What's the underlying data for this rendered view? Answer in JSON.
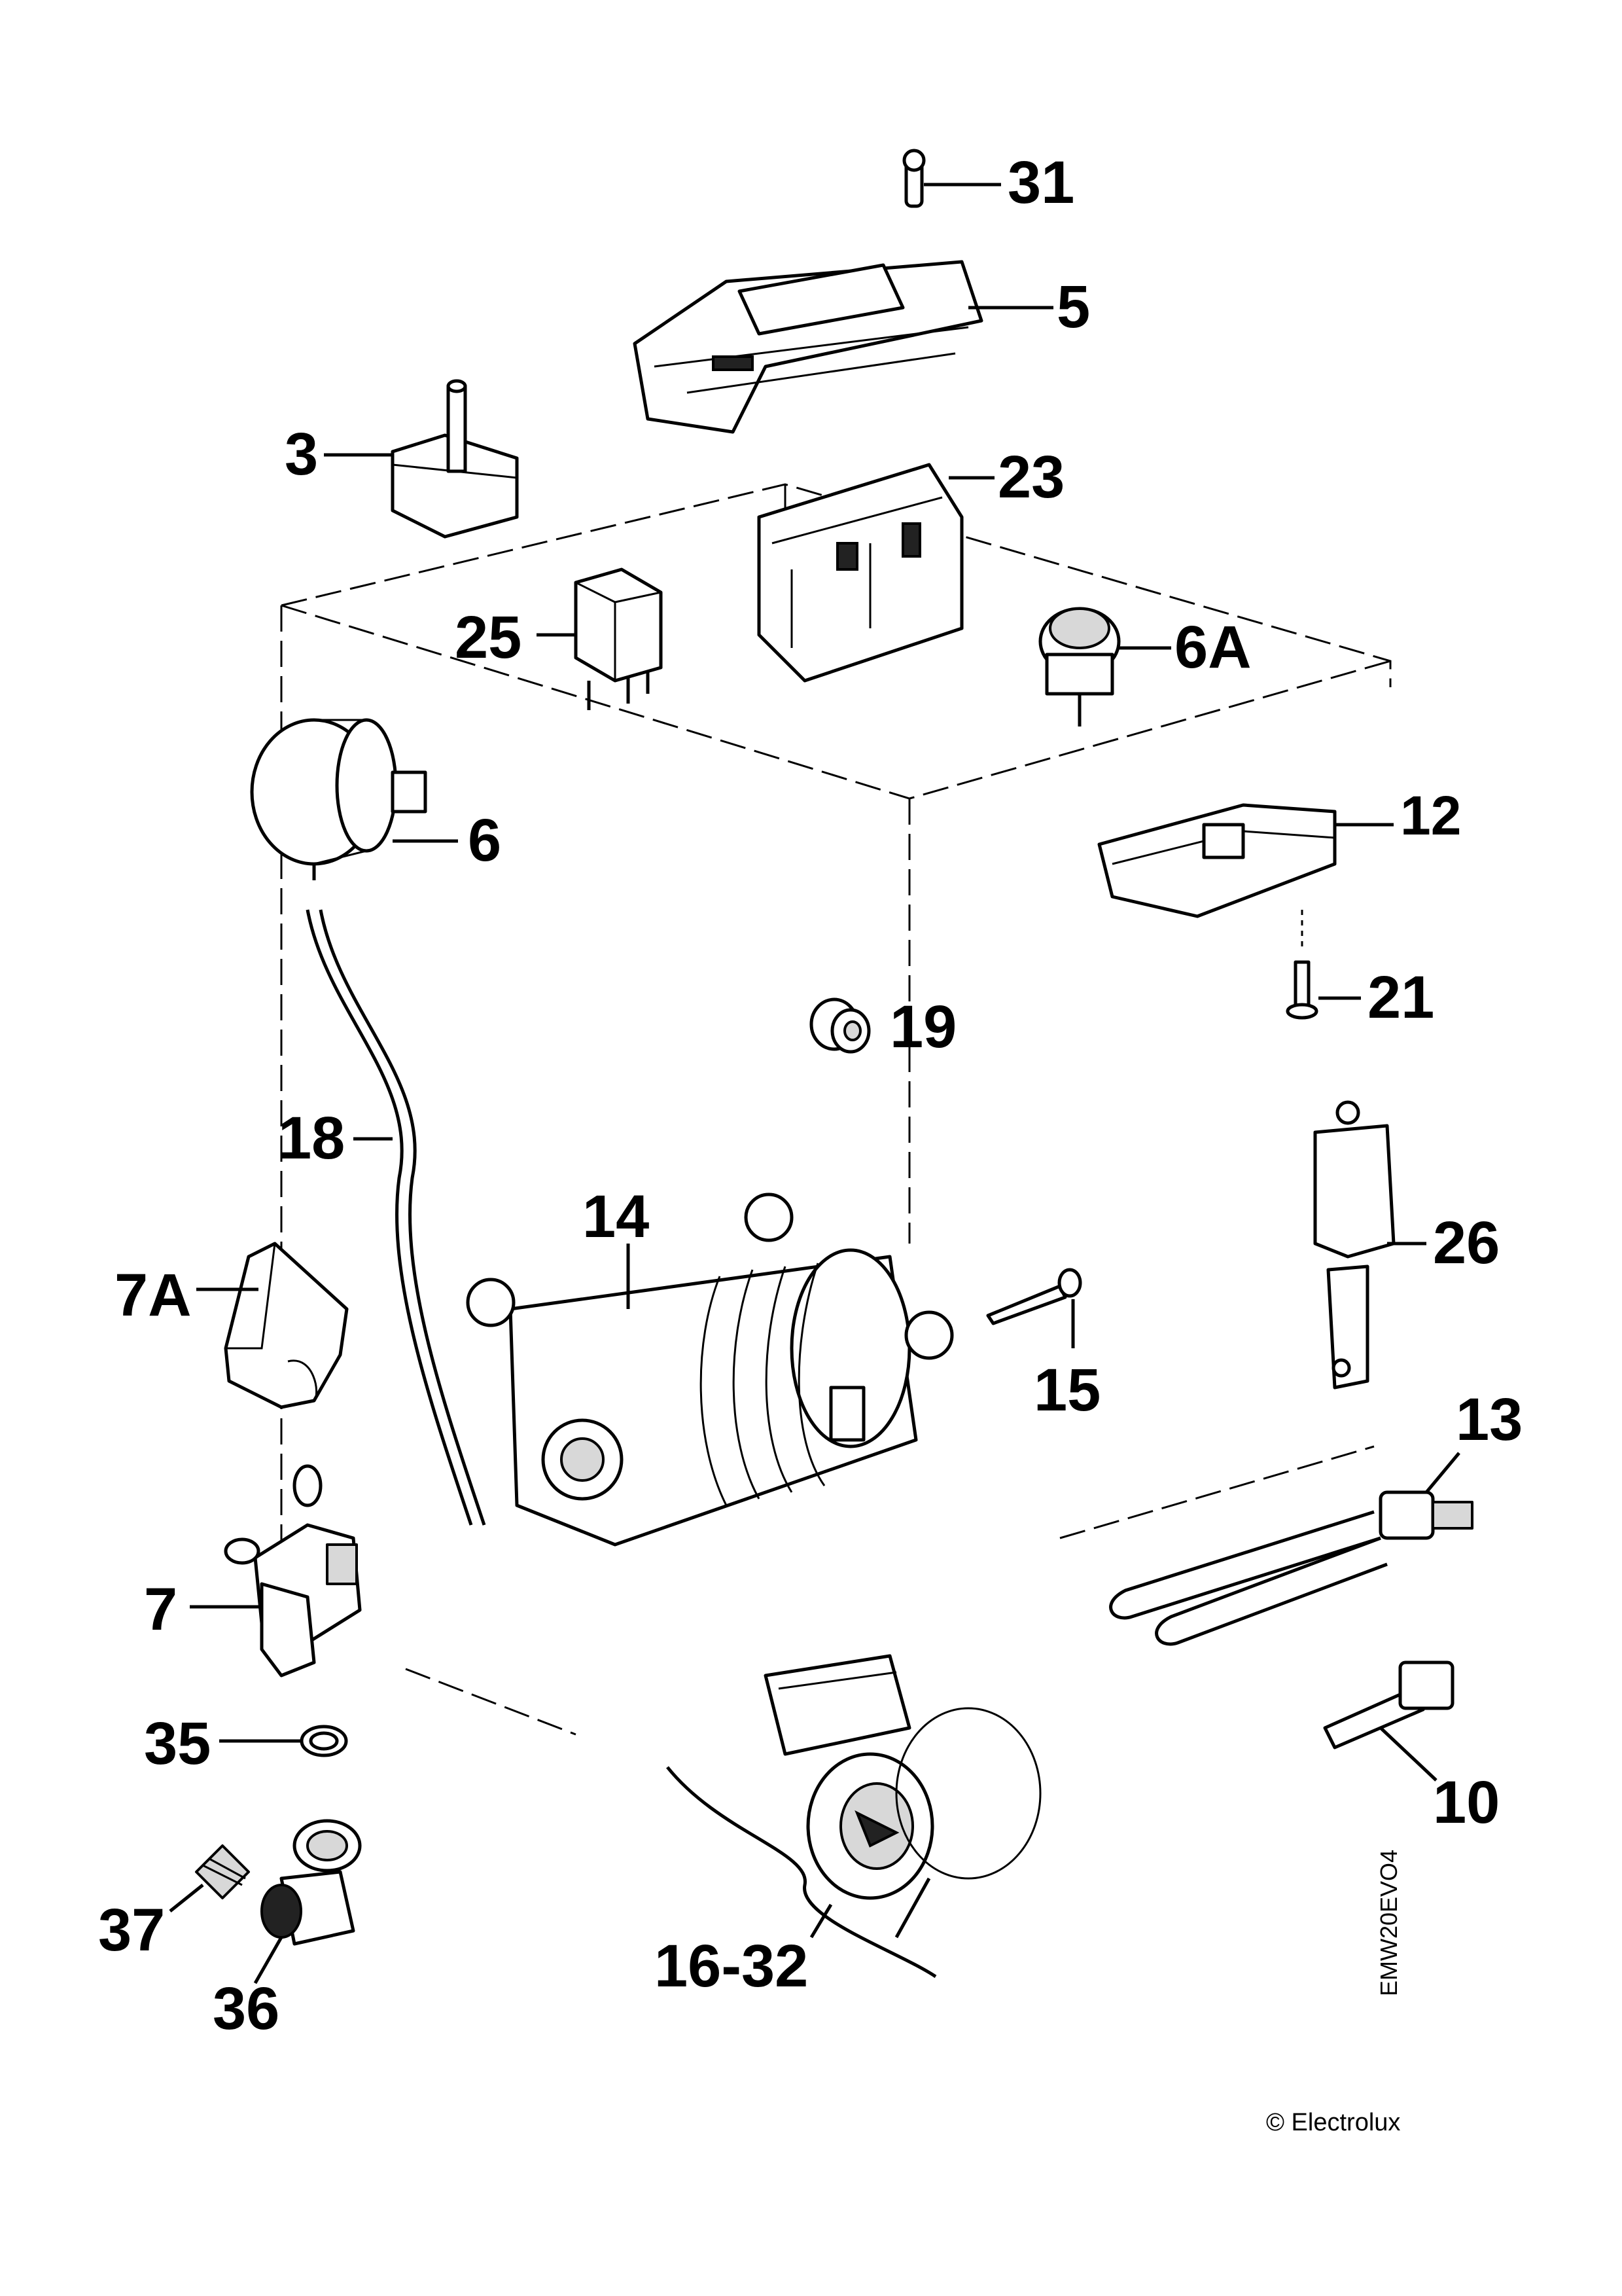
{
  "labels": {
    "p31": "31",
    "p5": "5",
    "p3": "3",
    "p23": "23",
    "p25": "25",
    "p6A": "6A",
    "p6": "6",
    "p12": "12",
    "p21": "21",
    "p19": "19",
    "p18": "18",
    "p14": "14",
    "p26": "26",
    "p7A": "7A",
    "p15": "15",
    "p13": "13",
    "p7": "7",
    "p35": "35",
    "p10": "10",
    "p37": "37",
    "p16_32": "16-32",
    "p36": "36"
  },
  "drawing_code": "EMW20EVO4",
  "copyright": "© Electrolux"
}
